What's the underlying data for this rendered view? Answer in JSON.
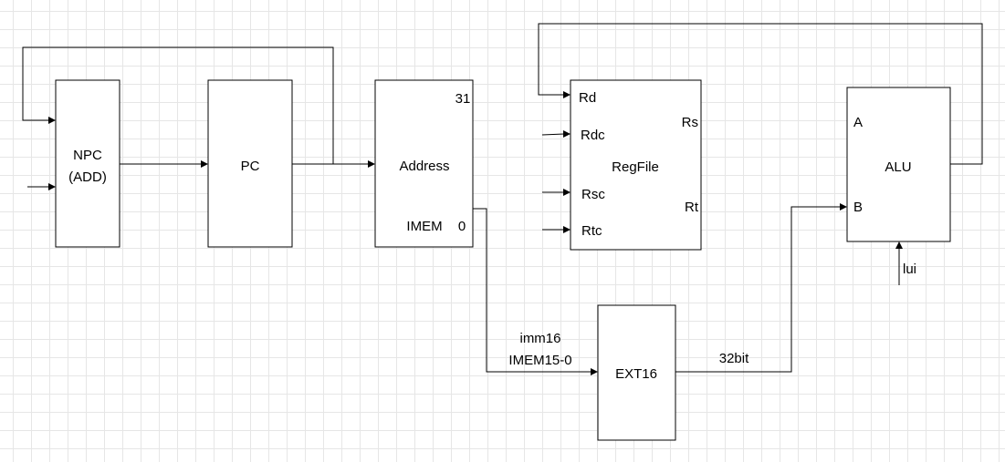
{
  "blocks": {
    "npc": {
      "line1": "NPC",
      "line2": "(ADD)"
    },
    "pc": {
      "label": "PC"
    },
    "imem": {
      "label": "Address",
      "name": "IMEM",
      "top_bit": "31",
      "bottom_bit": "0"
    },
    "regfile": {
      "label": "RegFile",
      "inputs": [
        "Rd",
        "Rdc",
        "Rsc",
        "Rtc"
      ],
      "outputs": [
        "Rs",
        "Rt"
      ]
    },
    "alu": {
      "label": "ALU",
      "input_a": "A",
      "input_b": "B",
      "control": "lui"
    },
    "ext16": {
      "label": "EXT16"
    }
  },
  "wires": {
    "imm_label": "imm16",
    "imem_slice_label": "IMEM15-0",
    "width_label": "32bit"
  }
}
